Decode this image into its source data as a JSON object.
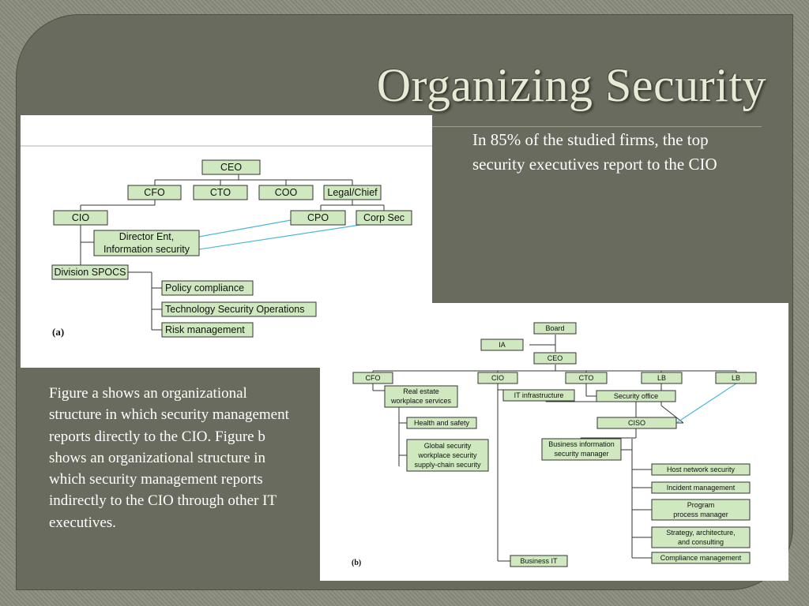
{
  "slide": {
    "title": "Organizing Security",
    "caption_top": "In 85% of the studied firms, the top security executives report to the CIO",
    "caption_left": "Figure a shows an organizational structure in which security management reports directly to the CIO. Figure b shows an organizational structure in which security management reports indirectly to the CIO through other IT executives."
  },
  "figure_a": {
    "label": "(a)",
    "nodes": {
      "ceo": "CEO",
      "cfo": "CFO",
      "cto": "CTO",
      "coo": "COO",
      "legal": "Legal/Chief",
      "cio": "CIO",
      "cpo": "CPO",
      "corp_sec": "Corp Sec",
      "director_l1": "Director Ent,",
      "director_l2": "Information security",
      "division": "Division SPOCS",
      "policy": "Policy compliance",
      "techops": "Technology Security Operations",
      "risk": "Risk management"
    }
  },
  "figure_b": {
    "label": "(b)",
    "nodes": {
      "board": "Board",
      "ia": "IA",
      "ceo": "CEO",
      "cfo": "CFO",
      "cio": "CIO",
      "cto": "CTO",
      "lb1": "LB",
      "lb2": "LB",
      "real_estate_l1": "Real estate",
      "real_estate_l2": "workplace services",
      "health": "Health and safety",
      "global_l1": "Global security",
      "global_l2": "workplace security",
      "global_l3": "supply-chain security",
      "it_infra": "IT infrastructure",
      "sec_office": "Security office",
      "ciso": "CISO",
      "bism_l1": "Business information",
      "bism_l2": "security manager",
      "host": "Host network security",
      "incident": "Incident management",
      "program_l1": "Program",
      "program_l2": "process manager",
      "strategy_l1": "Strategy, architecture,",
      "strategy_l2": "and consulting",
      "compliance": "Compliance management",
      "business_it": "Business IT"
    }
  }
}
